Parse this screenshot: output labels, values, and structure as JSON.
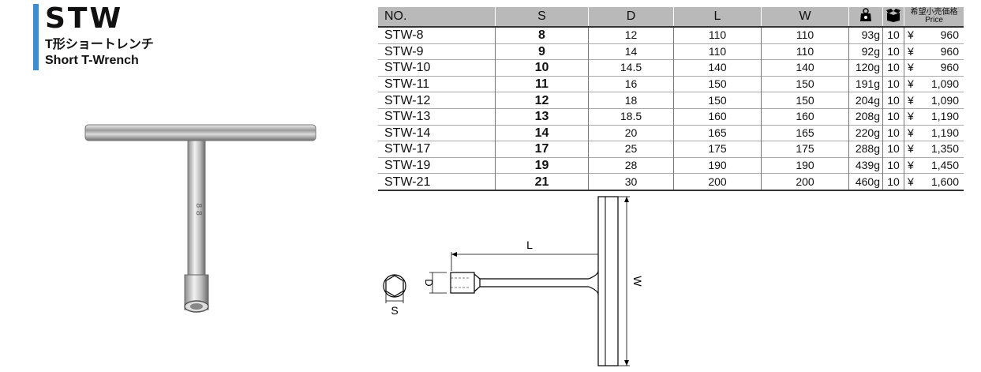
{
  "header": {
    "title": "STW",
    "subtitle_jp": "T形ショートレンチ",
    "subtitle_en": "Short T-Wrench",
    "accent_color": "#3b8fd1"
  },
  "table": {
    "columns": {
      "no": "NO.",
      "s": "S",
      "d": "D",
      "l": "L",
      "w": "W",
      "weight_icon": "weight-icon",
      "box_icon": "box-icon",
      "price_jp": "希望小売価格",
      "price_en": "Price"
    },
    "currency": "¥",
    "rows": [
      {
        "no": "STW-8",
        "s": "8",
        "d": "12",
        "l": "110",
        "w": "110",
        "weight": "93g",
        "qty": "10",
        "price": "960"
      },
      {
        "no": "STW-9",
        "s": "9",
        "d": "14",
        "l": "110",
        "w": "110",
        "weight": "92g",
        "qty": "10",
        "price": "960"
      },
      {
        "no": "STW-10",
        "s": "10",
        "d": "14.5",
        "l": "140",
        "w": "140",
        "weight": "120g",
        "qty": "10",
        "price": "960"
      },
      {
        "no": "STW-11",
        "s": "11",
        "d": "16",
        "l": "150",
        "w": "150",
        "weight": "191g",
        "qty": "10",
        "price": "1,090"
      },
      {
        "no": "STW-12",
        "s": "12",
        "d": "18",
        "l": "150",
        "w": "150",
        "weight": "204g",
        "qty": "10",
        "price": "1,090"
      },
      {
        "no": "STW-13",
        "s": "13",
        "d": "18.5",
        "l": "160",
        "w": "160",
        "weight": "208g",
        "qty": "10",
        "price": "1,190"
      },
      {
        "no": "STW-14",
        "s": "14",
        "d": "20",
        "l": "165",
        "w": "165",
        "weight": "220g",
        "qty": "10",
        "price": "1,190"
      },
      {
        "no": "STW-17",
        "s": "17",
        "d": "25",
        "l": "175",
        "w": "175",
        "weight": "288g",
        "qty": "10",
        "price": "1,350"
      },
      {
        "no": "STW-19",
        "s": "19",
        "d": "28",
        "l": "190",
        "w": "190",
        "weight": "439g",
        "qty": "10",
        "price": "1,450"
      },
      {
        "no": "STW-21",
        "s": "21",
        "d": "30",
        "l": "200",
        "w": "200",
        "weight": "460g",
        "qty": "10",
        "price": "1,600"
      }
    ]
  },
  "diagram": {
    "label_l": "L",
    "label_d": "D",
    "label_s": "S",
    "label_w": "W"
  }
}
